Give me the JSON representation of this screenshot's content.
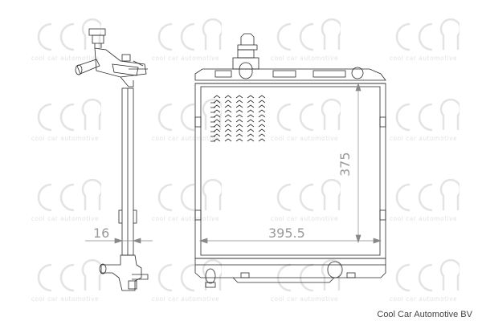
{
  "watermark": {
    "logo_text": "cca",
    "caption": "cool car automotive"
  },
  "dimensions": {
    "width": "395.5",
    "height": "375",
    "thickness": "16"
  },
  "company": "Cool Car Automotive BV",
  "colors": {
    "line": "#2a2a2a",
    "dimension": "#888888",
    "watermark": "#e3e3e3"
  }
}
